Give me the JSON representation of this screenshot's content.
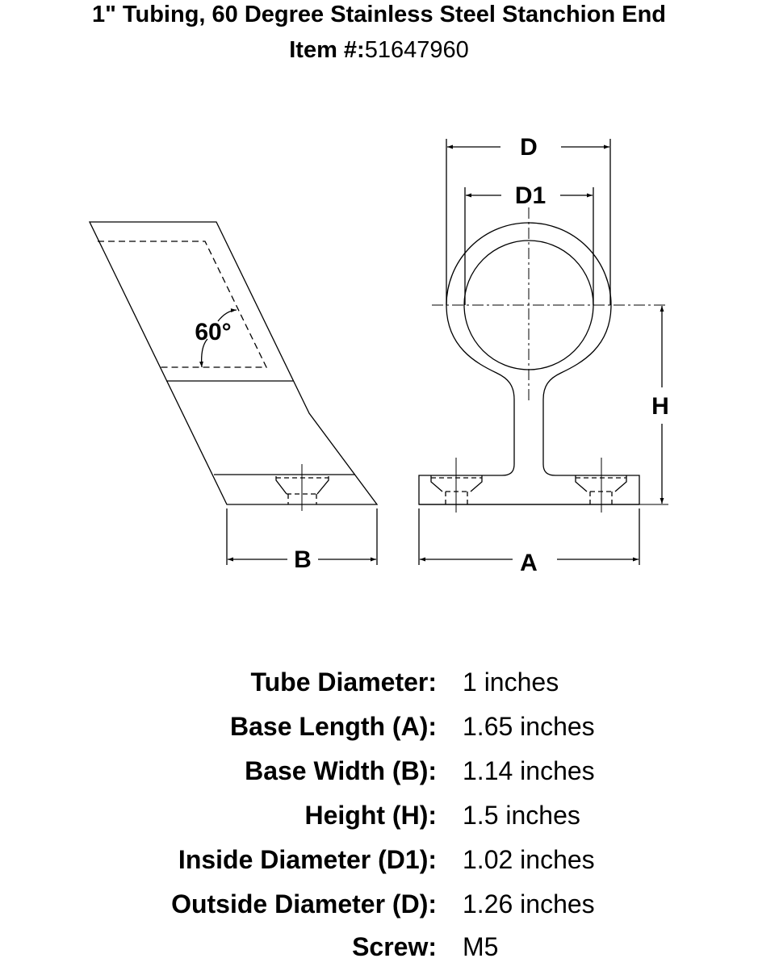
{
  "title": "1\" Tubing, 60 Degree Stainless Steel Stanchion End",
  "item_label": "Item #:",
  "item_number": "51647960",
  "drawing": {
    "angle_label": "60°",
    "dim_b": "B",
    "dim_a": "A",
    "dim_d": "D",
    "dim_d1": "D1",
    "dim_h": "H"
  },
  "specs": [
    {
      "label": "Tube Diameter:",
      "value": "1 inches"
    },
    {
      "label": "Base Length (A):",
      "value": "1.65 inches"
    },
    {
      "label": "Base Width (B):",
      "value": "1.14 inches"
    },
    {
      "label": "Height (H):",
      "value": "1.5 inches"
    },
    {
      "label": "Inside Diameter (D1):",
      "value": "1.02 inches"
    },
    {
      "label": "Outside Diameter (D):",
      "value": "1.26 inches"
    },
    {
      "label": "Screw:",
      "value": "M5"
    }
  ]
}
